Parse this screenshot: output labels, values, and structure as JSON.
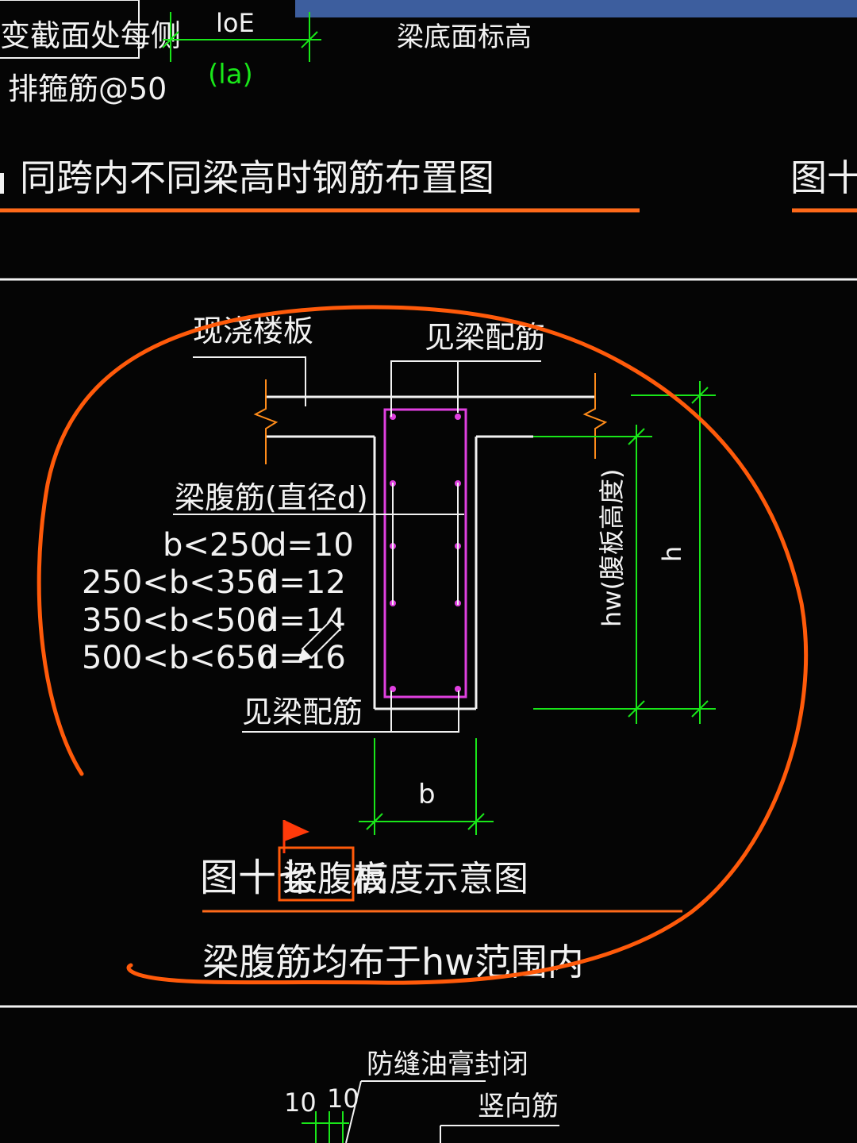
{
  "top_section": {
    "left_box_text": "变截面处每侧",
    "rebar_note": "排箍筋@50",
    "dim_loe": "loE",
    "dim_la": "(la)",
    "beam_bottom_label": "梁底面标高",
    "figure16_caption": "同跨内不同梁高时钢筋布置图",
    "figure16_number": "图十六"
  },
  "figure17": {
    "cast_slab_label": "现浇楼板",
    "see_beam_rebar_top": "见梁配筋",
    "waist_rebar_title": "梁腹筋(直径d)",
    "table": [
      {
        "range": "b<250",
        "d": "d=10"
      },
      {
        "range": "250<b<350",
        "d": "d=12"
      },
      {
        "range": "350<b<500",
        "d": "d=14"
      },
      {
        "range": "500<b<650",
        "d": "d=16"
      }
    ],
    "see_beam_rebar_bottom": "见梁配筋",
    "hw_label": "hw(腹板高度)",
    "h_label": "h",
    "b_label": "b",
    "caption_number": "图十七",
    "caption_highlight": "梁腹板",
    "caption_rest": "高度示意图",
    "note": "梁腹筋均布于hw范围内"
  },
  "bottom_section": {
    "joint_seal_label": "防缝油膏封闭",
    "vertical_rebar_label": "竖向筋",
    "dim_left": "10",
    "dim_right": "10"
  },
  "colors": {
    "background": "#050505",
    "line_white": "#f2f2f2",
    "dimension_green": "#19e619",
    "annotation_orange": "#ff5a0a",
    "hatch_orange": "#ff8c1a",
    "stirrup_magenta": "#e040e0",
    "banner_blue": "#3d5e9e"
  }
}
